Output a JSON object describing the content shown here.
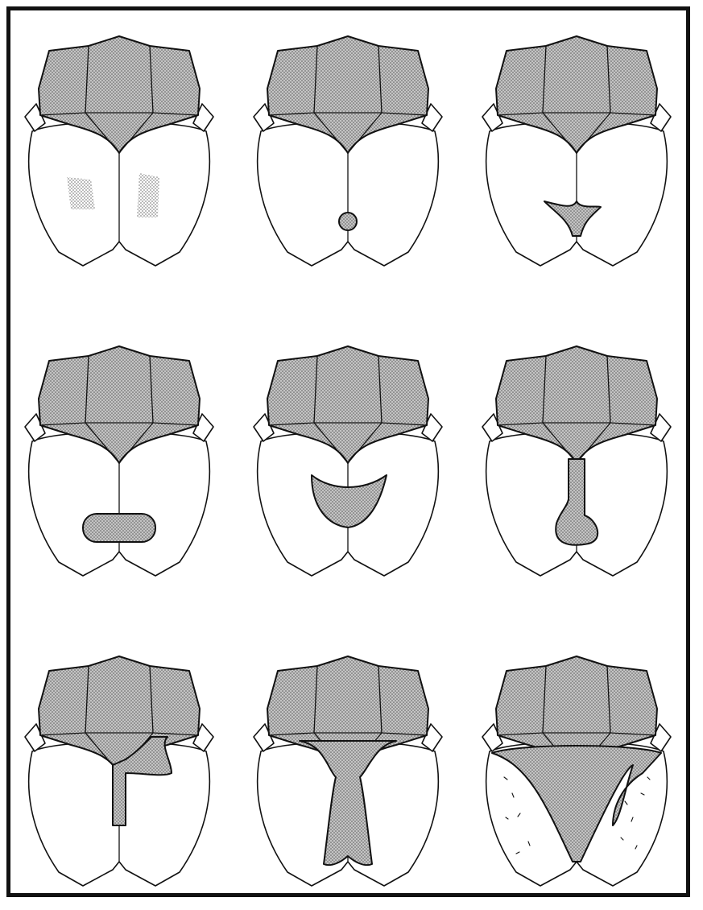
{
  "figure": {
    "panels": [
      {
        "row": 1,
        "col": 1,
        "pattern": "faint-lateral-spots"
      },
      {
        "row": 1,
        "col": 2,
        "pattern": "small-round-spot"
      },
      {
        "row": 1,
        "col": 3,
        "pattern": "anchor-spot"
      },
      {
        "row": 2,
        "col": 1,
        "pattern": "oval-band"
      },
      {
        "row": 2,
        "col": 2,
        "pattern": "crescent"
      },
      {
        "row": 2,
        "col": 3,
        "pattern": "club-extension"
      },
      {
        "row": 3,
        "col": 1,
        "pattern": "hooked-stripe"
      },
      {
        "row": 3,
        "col": 2,
        "pattern": "narrow-sutural-stripe"
      },
      {
        "row": 3,
        "col": 3,
        "pattern": "broad-dark-elytra"
      }
    ],
    "colors": {
      "ink": "#111111",
      "shade": "#9a9a9a",
      "paper": "#ffffff"
    }
  }
}
